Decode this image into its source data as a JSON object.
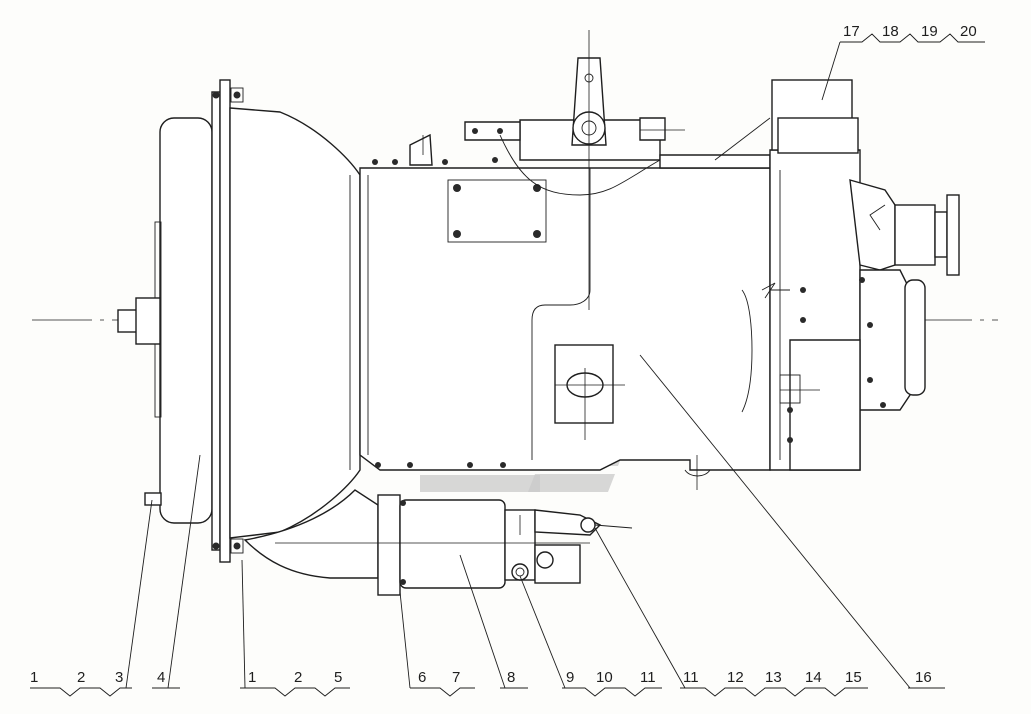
{
  "drawing": {
    "colors": {
      "line": "#1e1e1e",
      "watermark": "#c9c9c9",
      "paper": "#fdfdfb"
    },
    "callouts_bottom": [
      {
        "id": "g1",
        "numbers": [
          "1",
          "2",
          "3"
        ]
      },
      {
        "id": "g2",
        "numbers": [
          "4"
        ]
      },
      {
        "id": "g3",
        "numbers": [
          "1",
          "2",
          "5"
        ]
      },
      {
        "id": "g4",
        "numbers": [
          "6",
          "7"
        ]
      },
      {
        "id": "g5",
        "numbers": [
          "8"
        ]
      },
      {
        "id": "g6",
        "numbers": [
          "9",
          "10",
          "11"
        ]
      },
      {
        "id": "g7",
        "numbers": [
          "11",
          "12",
          "13",
          "14",
          "15"
        ]
      },
      {
        "id": "g8",
        "numbers": [
          "16"
        ]
      }
    ],
    "callouts_top": [
      {
        "id": "t1",
        "numbers": [
          "17",
          "18",
          "19",
          "20"
        ]
      }
    ]
  }
}
